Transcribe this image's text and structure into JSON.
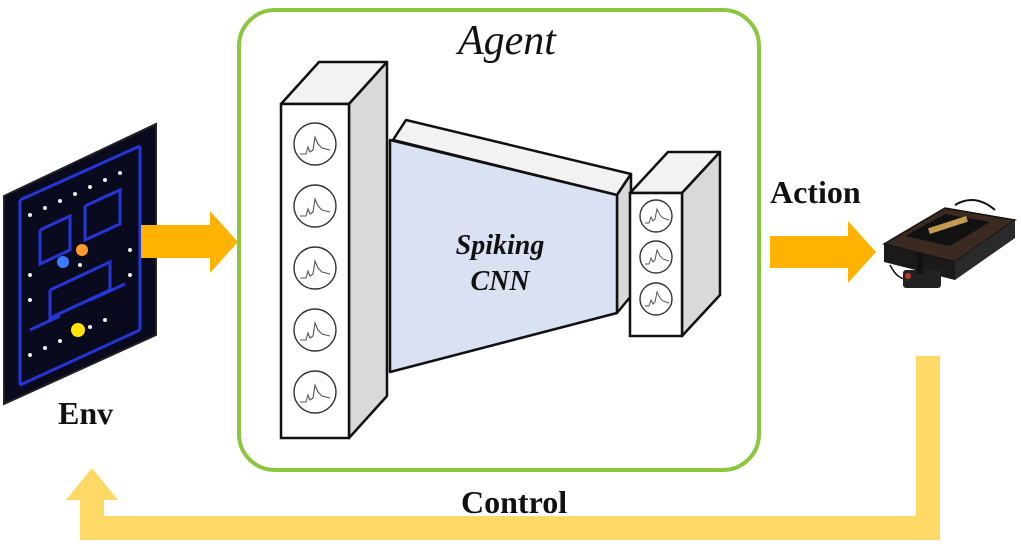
{
  "agent": {
    "title": "Agent"
  },
  "network": {
    "line1": "Spiking",
    "line2": "CNN"
  },
  "labels": {
    "env": "Env",
    "action": "Action",
    "control": "Control"
  },
  "icons": {
    "environment": "pacman-game-screen-icon",
    "console": "game-console-joystick-icon"
  },
  "colors": {
    "agent_border": "#8cc63f",
    "arrow_orange": "#ffb300",
    "arrow_yellow": "#ffd966",
    "cnn_fill": "#d9e1f2",
    "block_side": "#d9d9d9"
  }
}
